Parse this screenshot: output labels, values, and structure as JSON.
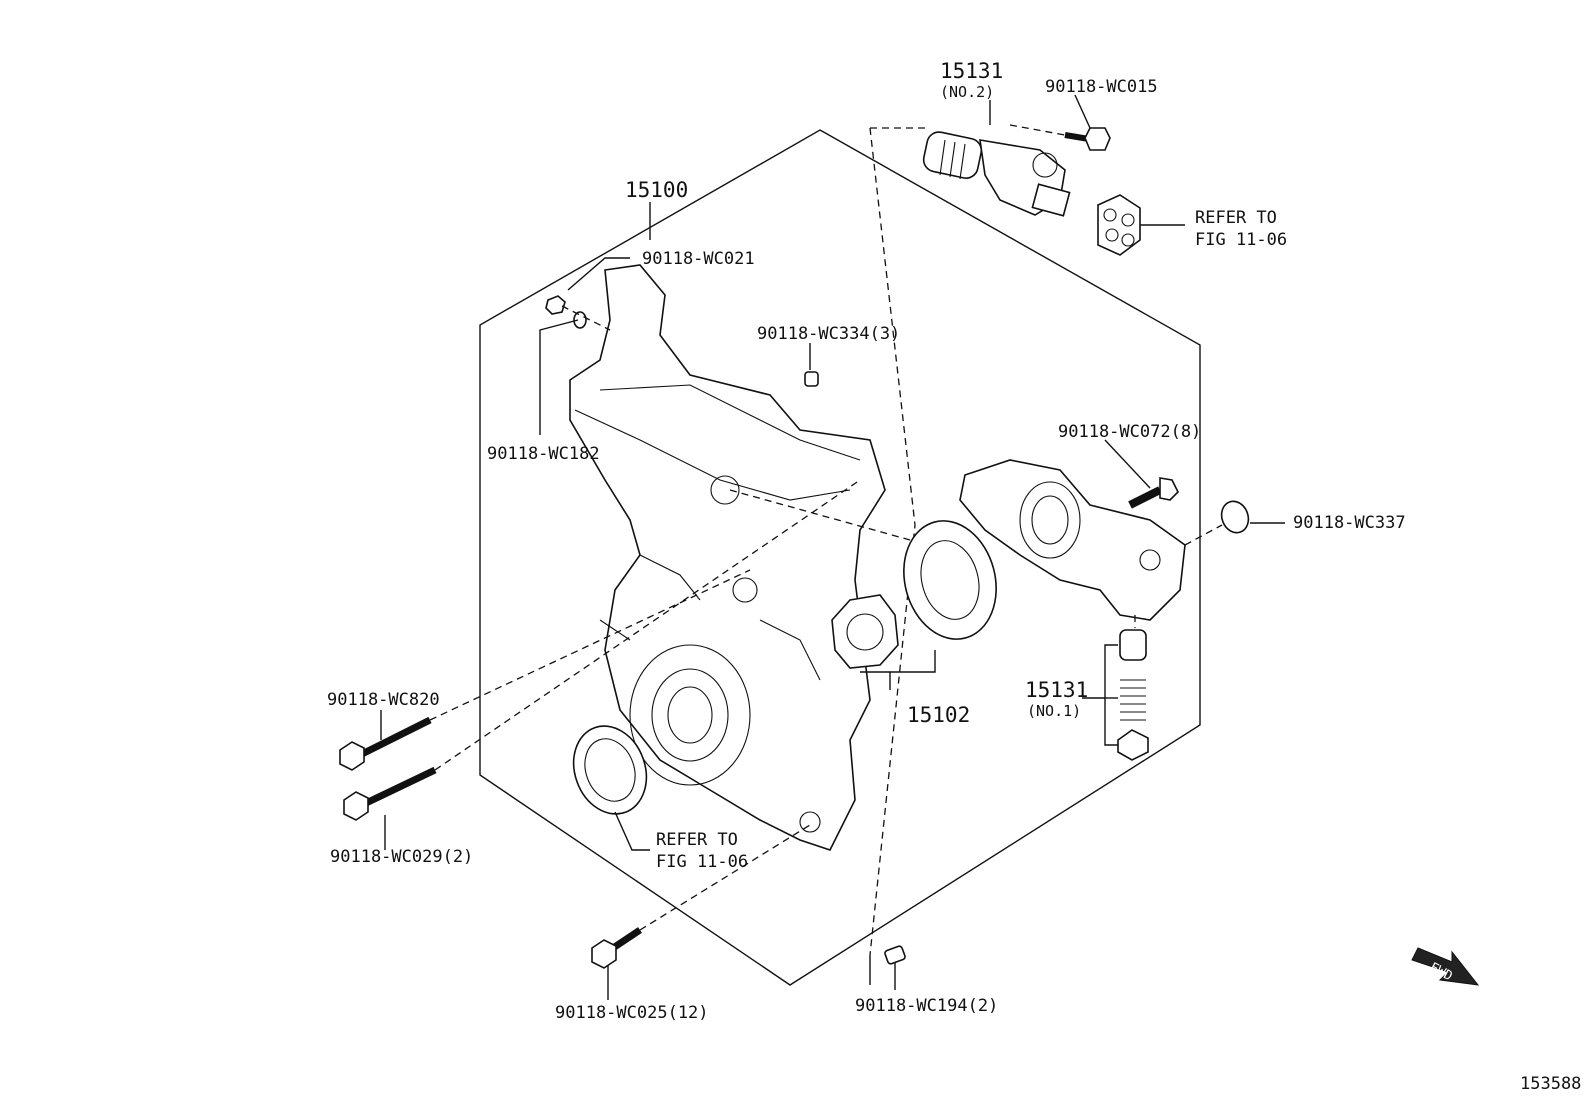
{
  "labels": {
    "p15131_no2": "15131",
    "p15131_no2_sub": "(NO.2)",
    "p90118_wc015": "90118-WC015",
    "refer_top_1": "REFER TO",
    "refer_top_2": "FIG 11-06",
    "p15100": "15100",
    "p90118_wc021": "90118-WC021",
    "p90118_wc334": "90118-WC334(3)",
    "p90118_wc182": "90118-WC182",
    "p90118_wc072": "90118-WC072(8)",
    "p90118_wc337": "90118-WC337",
    "p15102": "15102",
    "p15131_no1": "15131",
    "p15131_no1_sub": "(NO.1)",
    "p90118_wc820": "90118-WC820",
    "p90118_wc029": "90118-WC029(2)",
    "refer_bottom_1": "REFER TO",
    "refer_bottom_2": "FIG 11-06",
    "p90118_wc025": "90118-WC025(12)",
    "p90118_wc194": "90118-WC194(2)",
    "fwd": "FWD",
    "figure_number": "153588"
  }
}
